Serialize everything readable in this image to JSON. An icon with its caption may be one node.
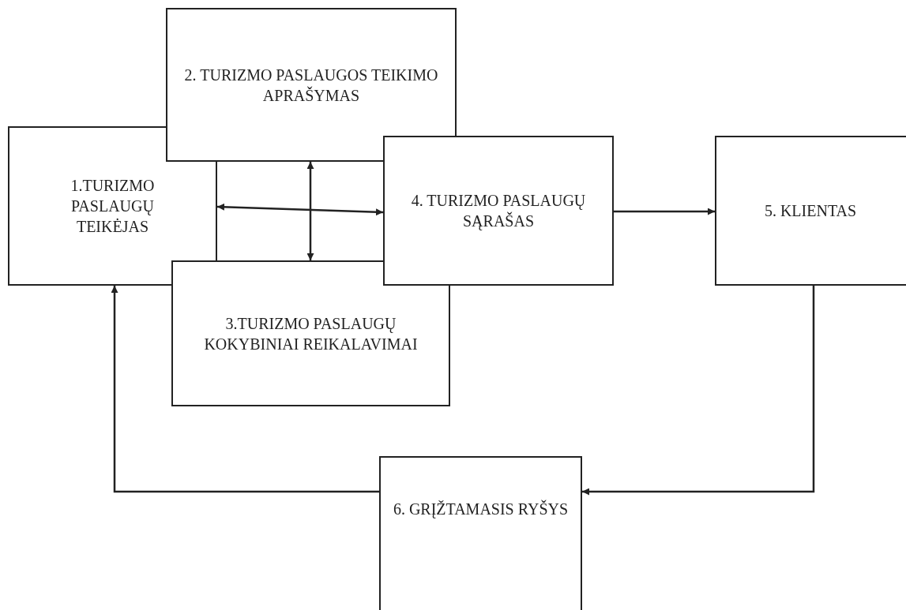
{
  "diagram": {
    "nodes": [
      {
        "text": [
          "1.TURIZMO PASLAUGŲ TEIKĖJAS"
        ]
      },
      {
        "text": [
          "2. TURIZMO PASLAUGOS TEIKIMO APRAŠYMAS"
        ]
      },
      {
        "text": [
          "3.TURIZMO PASLAUGŲ KOKYBINIAI REIKALAVIMAI"
        ]
      },
      {
        "text": [
          "4. TURIZMO PASLAUGŲ SĄRAŠAS"
        ]
      },
      {
        "text": [
          "5. KLIENTAS"
        ]
      },
      {
        "text": [
          "6. GRĮŽTAMASIS RYŠYS"
        ]
      }
    ],
    "edges": [
      {
        "from": 0,
        "to": 3,
        "arrow": "both"
      },
      {
        "from": 1,
        "to": 2,
        "arrow": "both"
      },
      {
        "from": 3,
        "to": 4,
        "arrow": "to"
      },
      {
        "from": 4,
        "to": 5,
        "arrow": "to"
      },
      {
        "from": 5,
        "to": 0,
        "arrow": "to"
      }
    ]
  }
}
